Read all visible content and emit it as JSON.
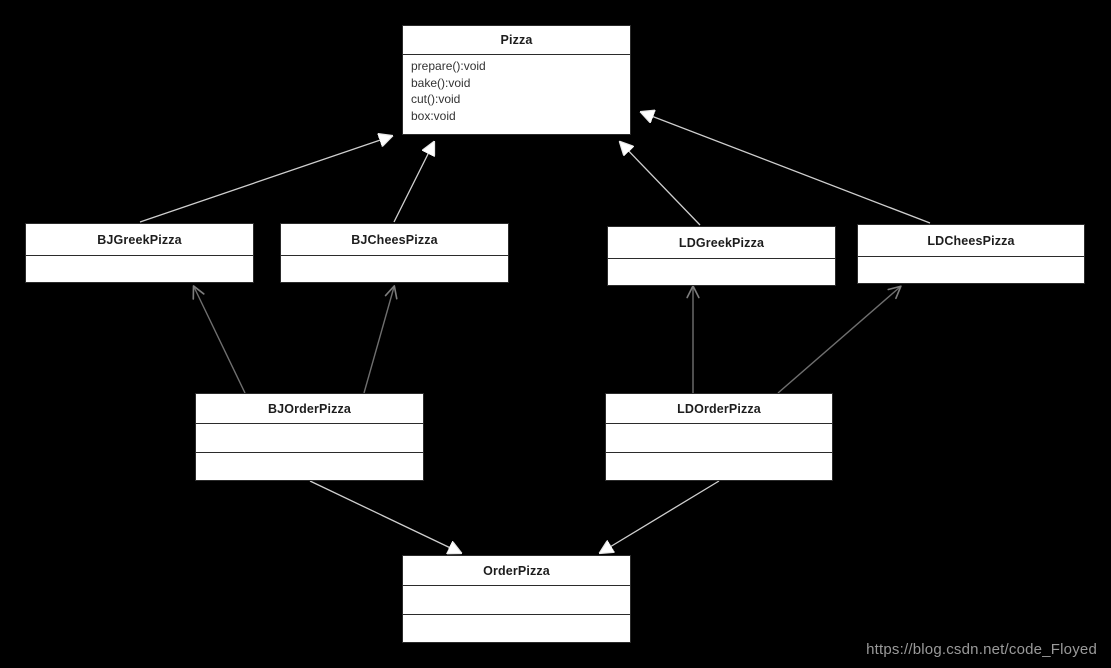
{
  "diagram": {
    "type": "uml-class-diagram",
    "background_color": "#000000",
    "box_fill_color": "#ffffff",
    "box_border_color": "#2b2b2b",
    "edge_color_hollow": "#d9d9d9",
    "edge_color_open": "#6f6f6f",
    "classes": [
      {
        "id": "pizza",
        "name": "Pizza",
        "members": [
          "prepare():void",
          "bake():void",
          "cut():void",
          "box:void"
        ],
        "empty_compartments": 0
      },
      {
        "id": "bj-greek-pizza",
        "name": "BJGreekPizza",
        "members": [],
        "empty_compartments": 1
      },
      {
        "id": "bj-chees-pizza",
        "name": "BJCheesPizza",
        "members": [],
        "empty_compartments": 1
      },
      {
        "id": "ld-greek-pizza",
        "name": "LDGreekPizza",
        "members": [],
        "empty_compartments": 1
      },
      {
        "id": "ld-chees-pizza",
        "name": "LDCheesPizza",
        "members": [],
        "empty_compartments": 1
      },
      {
        "id": "bj-order-pizza",
        "name": "BJOrderPizza",
        "members": [],
        "empty_compartments": 2
      },
      {
        "id": "ld-order-pizza",
        "name": "LDOrderPizza",
        "members": [],
        "empty_compartments": 2
      },
      {
        "id": "order-pizza",
        "name": "OrderPizza",
        "members": [],
        "empty_compartments": 2
      }
    ],
    "relationships": [
      {
        "from": "bj-greek-pizza",
        "to": "pizza",
        "kind": "generalization"
      },
      {
        "from": "bj-chees-pizza",
        "to": "pizza",
        "kind": "generalization"
      },
      {
        "from": "ld-greek-pizza",
        "to": "pizza",
        "kind": "generalization"
      },
      {
        "from": "ld-chees-pizza",
        "to": "pizza",
        "kind": "generalization"
      },
      {
        "from": "bj-order-pizza",
        "to": "bj-greek-pizza",
        "kind": "dependency"
      },
      {
        "from": "bj-order-pizza",
        "to": "bj-chees-pizza",
        "kind": "dependency"
      },
      {
        "from": "ld-order-pizza",
        "to": "ld-greek-pizza",
        "kind": "dependency"
      },
      {
        "from": "ld-order-pizza",
        "to": "ld-chees-pizza",
        "kind": "dependency"
      },
      {
        "from": "bj-order-pizza",
        "to": "order-pizza",
        "kind": "generalization"
      },
      {
        "from": "ld-order-pizza",
        "to": "order-pizza",
        "kind": "generalization"
      }
    ]
  },
  "watermark": {
    "text": "https://blog.csdn.net/code_Floyed"
  }
}
